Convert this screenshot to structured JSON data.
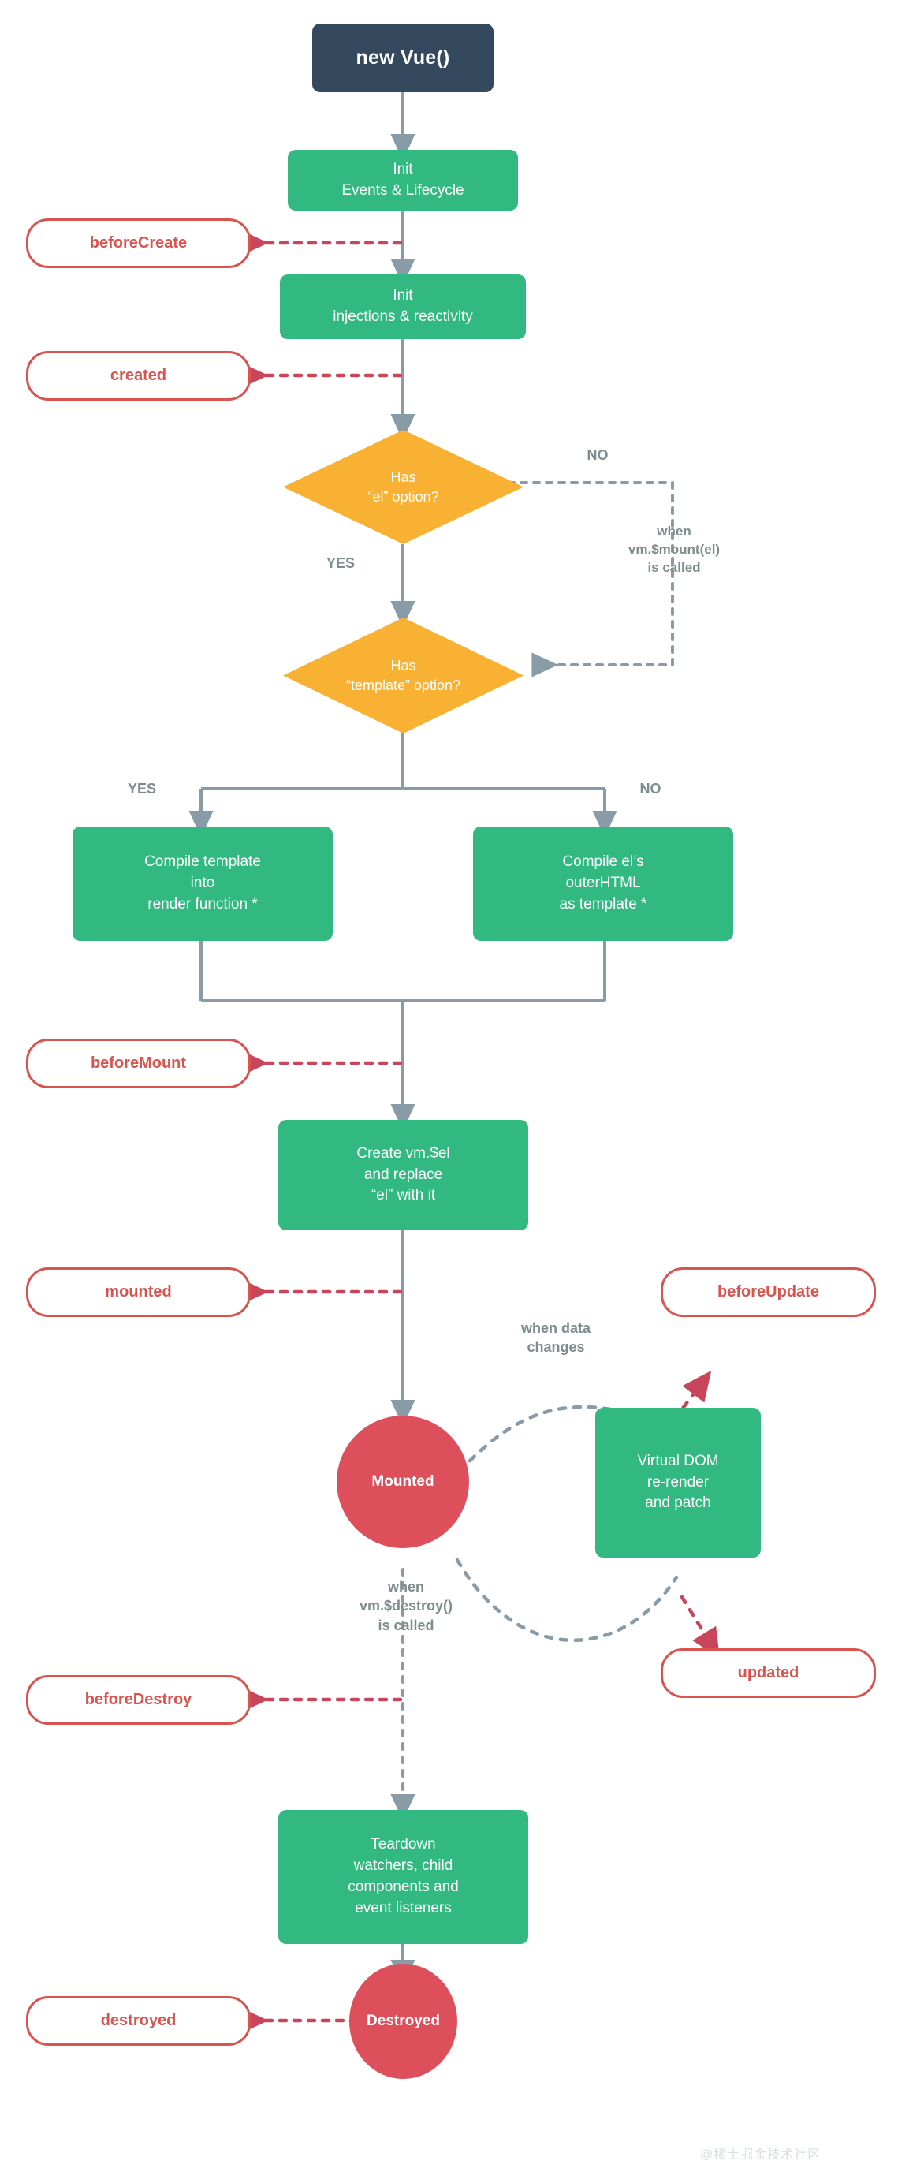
{
  "diagram": {
    "title": "Vue Instance Lifecycle",
    "watermark": "@稀土掘金技术社区",
    "colors": {
      "start_fill": "#35495e",
      "process_fill": "#31b981",
      "decision_fill": "#f8b133",
      "hook_stroke": "#d9534f",
      "state_fill": "#dd4f5b",
      "flow_arrow": "#8a9ba8",
      "hook_arrow": "#c9455c",
      "background": "#ffffff"
    }
  },
  "nodes": {
    "start": {
      "label": "new Vue()"
    },
    "init_events": {
      "label": "Init\nEvents & Lifecycle"
    },
    "init_injections": {
      "label": "Init\ninjections & reactivity"
    },
    "has_el": {
      "label": "Has\n“el” option?"
    },
    "has_template": {
      "label": "Has\n“template” option?"
    },
    "compile_template": {
      "label": "Compile template\ninto\nrender function *"
    },
    "compile_outerhtml": {
      "label": "Compile el’s\nouterHTML\nas template *"
    },
    "create_vm_el": {
      "label": "Create vm.$el\nand replace\n“el” with it"
    },
    "mounted_state": {
      "label": "Mounted"
    },
    "virtual_dom": {
      "label": "Virtual DOM\nre-render\nand patch"
    },
    "teardown": {
      "label": "Teardown\nwatchers, child\ncomponents and\nevent listeners"
    },
    "destroyed_state": {
      "label": "Destroyed"
    }
  },
  "hooks": [
    {
      "id": "beforeCreate",
      "label": "beforeCreate"
    },
    {
      "id": "created",
      "label": "created"
    },
    {
      "id": "beforeMount",
      "label": "beforeMount"
    },
    {
      "id": "mounted",
      "label": "mounted"
    },
    {
      "id": "beforeUpdate",
      "label": "beforeUpdate"
    },
    {
      "id": "updated",
      "label": "updated"
    },
    {
      "id": "beforeDestroy",
      "label": "beforeDestroy"
    },
    {
      "id": "destroyed",
      "label": "destroyed"
    }
  ],
  "edge_labels": {
    "el_no": "NO",
    "el_yes": "YES",
    "mount_called": "when\nvm.$mount(el)\nis called",
    "template_yes": "YES",
    "template_no": "NO",
    "when_data_changes": "when data\nchanges",
    "when_destroy_called": "when\nvm.$destroy()\nis called"
  }
}
